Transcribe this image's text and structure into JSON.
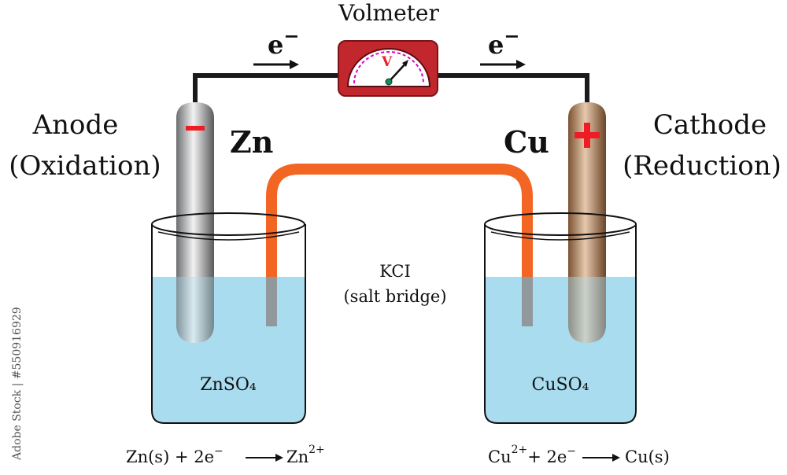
{
  "title": "Volmeter",
  "meter_symbol": "V",
  "electron_left": {
    "base": "e",
    "sign": "−"
  },
  "electron_right": {
    "base": "e",
    "sign": "−"
  },
  "anode": {
    "label": "Anode",
    "process": "(Oxidation)",
    "metal": "Zn",
    "sign": "−"
  },
  "cathode": {
    "label": "Cathode",
    "process": "(Reduction)",
    "metal": "Cu",
    "sign": "+"
  },
  "salt_bridge": {
    "name": "KCI",
    "desc": "(salt bridge)"
  },
  "left_solution": "ZnSO₄",
  "right_solution": "CuSO₄",
  "left_equation": {
    "reactant": "Zn(s) + 2e",
    "electron_sign": "−",
    "product": "Zn",
    "product_charge": "2+"
  },
  "right_equation": {
    "reactant": "Cu",
    "reactant_charge": "2+",
    "middle": "+ 2e",
    "electron_sign": "−",
    "product": "Cu(s)"
  },
  "watermark": "Adobe Stock | #550916929",
  "colors": {
    "solution": "#a9dcef",
    "salt_bridge": "#f26522",
    "meter_case": "#c1272d",
    "sign_red": "#ee1c25",
    "wire": "#1a1a1a"
  }
}
